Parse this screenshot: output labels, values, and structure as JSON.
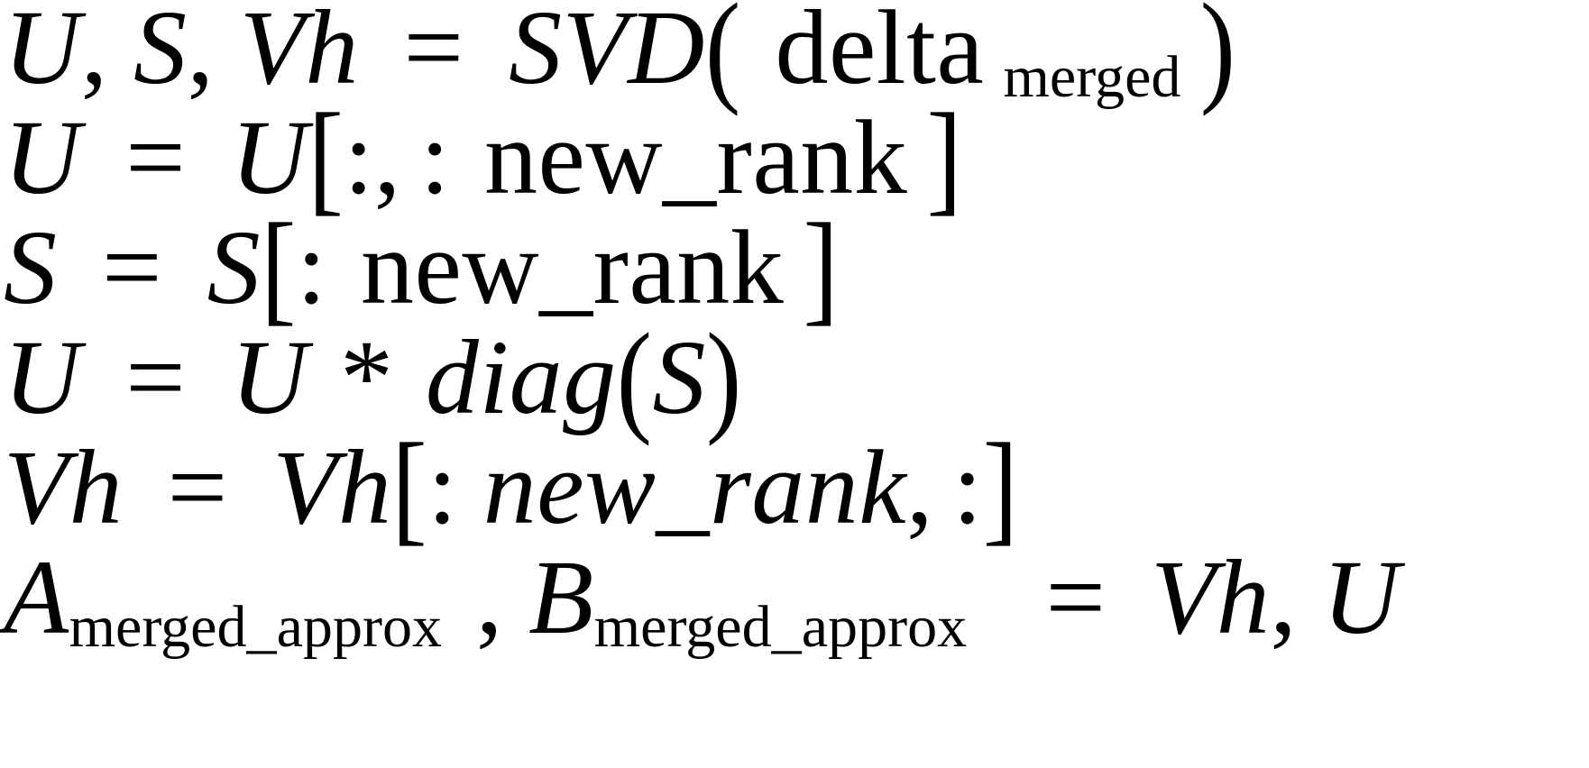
{
  "document": {
    "kind": "latex-math-block",
    "background_color": "#ffffff",
    "text_color": "#000000",
    "line_count": 6
  },
  "equations": {
    "line1": {
      "lhs_u": "U",
      "comma_1": ",",
      "lhs_s": "S",
      "comma_2": ",",
      "lhs_vh": "Vh",
      "equals": "=",
      "func": "SVD",
      "open_paren": "(",
      "arg_base": "delta",
      "arg_subscript": "merged",
      "close_paren": ")"
    },
    "line2": {
      "lhs": "U",
      "equals": "=",
      "rhs_var": "U",
      "open_bracket": "[",
      "colon_1": ":",
      "comma": ",",
      "colon_2": ":",
      "index": "new_rank",
      "close_bracket": "]"
    },
    "line3": {
      "lhs": "S",
      "equals": "=",
      "rhs_var": "S",
      "open_bracket": "[",
      "colon": ":",
      "index": "new_rank",
      "close_bracket": "]"
    },
    "line4": {
      "lhs": "U",
      "equals": "=",
      "rhs_var": "U",
      "times": "*",
      "func": "diag",
      "open_paren": "(",
      "arg": "S",
      "close_paren": ")"
    },
    "line5": {
      "lhs": "Vh",
      "equals": "=",
      "rhs_var": "Vh",
      "open_bracket": "[",
      "colon_1": ":",
      "index": "new_rank",
      "comma": ",",
      "colon_2": ":",
      "close_bracket": "]"
    },
    "line6": {
      "lhs_a_base": "A",
      "lhs_a_subscript": "merged_approx",
      "comma": ",",
      "lhs_b_base": "B",
      "lhs_b_subscript": "merged_approx",
      "equals": "=",
      "rhs_vh": "Vh",
      "rhs_comma": ",",
      "rhs_u": "U"
    }
  }
}
